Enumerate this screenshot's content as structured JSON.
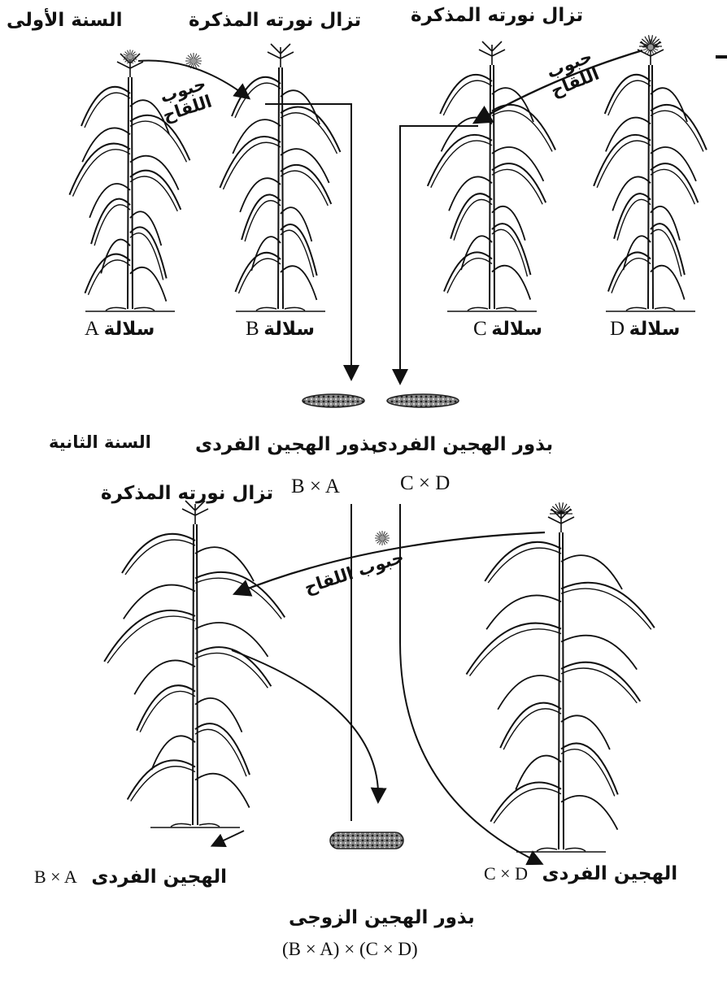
{
  "year_labels": {
    "first": "السنة الأولى",
    "second": "السنة الثانية"
  },
  "tassel_labels": {
    "first_row_left": "تزال نورته المذكرة",
    "first_row_right": "تزال نورته المذكرة",
    "second_row": "تزال نورته المذكرة"
  },
  "pollen_labels": {
    "left": "حبوب\nاللقاح",
    "right": "حبوب\nاللقاح",
    "bottom": "حبوب اللقاح"
  },
  "lines": {
    "A": {
      "word": "سلالة",
      "letter": "A"
    },
    "B": {
      "word": "سلالة",
      "letter": "B"
    },
    "C": {
      "word": "سلالة",
      "letter": "C"
    },
    "D": {
      "word": "سلالة",
      "letter": "D"
    }
  },
  "single_hybrid_seeds": {
    "left": "بذور الهجين الفردى",
    "right": "بذور الهجين الفردى"
  },
  "crosses": {
    "BxA": "B × A",
    "CxD": "C × D"
  },
  "plants_second_year": {
    "left": {
      "word": "الهجين الفردى",
      "cross": "B × A"
    },
    "right": {
      "word": "الهجين الفردى",
      "cross": "C × D"
    }
  },
  "double_hybrid": {
    "title": "بذور الهجين الزوجى",
    "formula": "(B × A) × (C × D)"
  },
  "colors": {
    "ink": "#111111",
    "background": "#ffffff",
    "seed": "#555555"
  }
}
